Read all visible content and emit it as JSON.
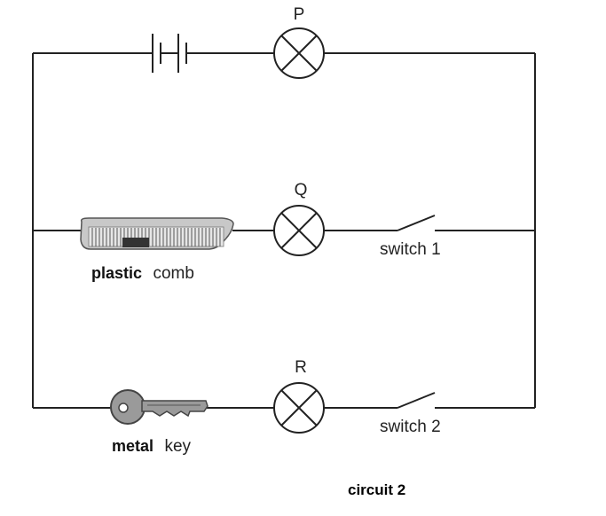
{
  "diagram": {
    "caption": "circuit 2",
    "lamps": {
      "p": "P",
      "q": "Q",
      "r": "R"
    },
    "switches": {
      "one": "switch 1",
      "two": "switch 2"
    },
    "objects": {
      "comb_material": "plastic",
      "comb_name": "comb",
      "key_material": "metal",
      "key_name": "key"
    }
  },
  "colors": {
    "wire": "#222222",
    "comb_fill": "#c8c8c8",
    "key_fill": "#9a9a9a"
  },
  "icons": [
    "battery-icon",
    "lamp-icon",
    "switch-icon",
    "comb-icon",
    "key-icon"
  ]
}
